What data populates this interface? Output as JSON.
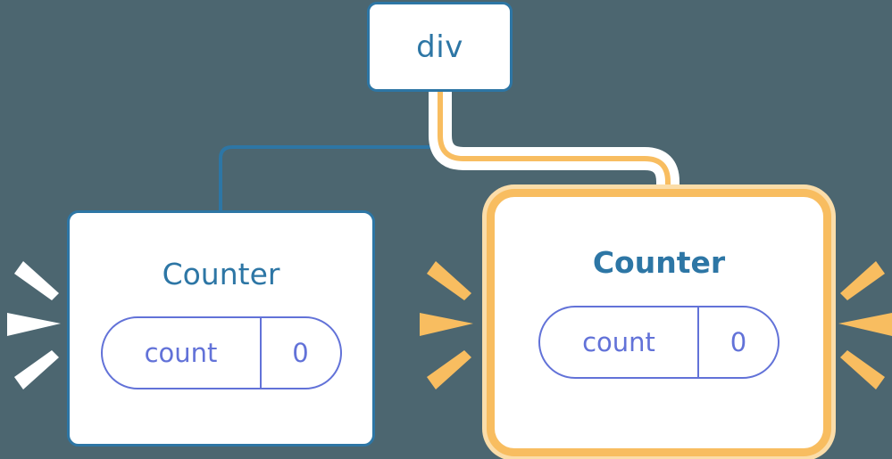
{
  "diagram": {
    "title": "React component tree re-render diagram",
    "background_color": "#4c6670",
    "colors": {
      "blue": "#2d76a5",
      "orange": "#f8bd60",
      "orange_light": "#fbdda9",
      "periwinkle": "#6272d8",
      "white": "#ffffff"
    }
  },
  "nodes": {
    "root": {
      "label": "div",
      "border_color": "#2d76a5",
      "highlighted": false
    },
    "counter_left": {
      "title": "Counter",
      "border_color": "#2d76a5",
      "highlighted": false,
      "state": {
        "key": "count",
        "value": "0"
      }
    },
    "counter_right": {
      "title": "Counter",
      "border_color": "#f8bd60",
      "highlighted": true,
      "state": {
        "key": "count",
        "value": "0"
      }
    }
  },
  "edges": [
    {
      "name": "div-to-counter-left",
      "from": "root",
      "to": "counter_left",
      "color": "#2d76a5",
      "highlighted": false
    },
    {
      "name": "div-to-counter-right",
      "from": "root",
      "to": "counter_right",
      "color": "#f8bd60",
      "highlighted": true
    }
  ],
  "bursts": [
    {
      "name": "burst-left-white",
      "color": "#ffffff",
      "rays": 3
    },
    {
      "name": "burst-mid-orange",
      "color": "#f8bd60",
      "rays": 3
    },
    {
      "name": "burst-right-orange",
      "color": "#f8bd60",
      "rays": 3
    }
  ]
}
